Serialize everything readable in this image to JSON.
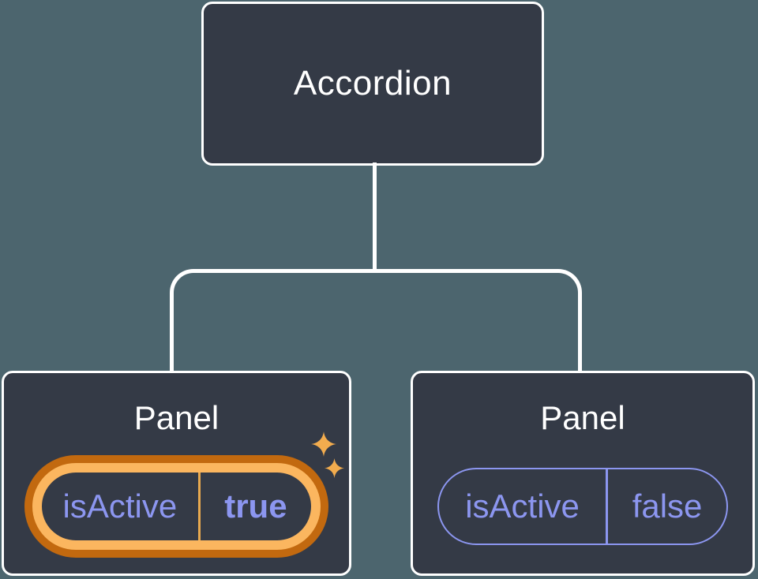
{
  "colors": {
    "background": "#4C656E",
    "node_fill": "#343A46",
    "node_border": "#FFFFFF",
    "purple": "#8C96F0",
    "ring_outer_orange": "#C2690F",
    "ring_inner_orange": "#FBB65F",
    "active_divider_orange": "#E8A94F",
    "sparkle_amber": "#F2AC4E"
  },
  "diagram": {
    "root": {
      "label": "Accordion"
    },
    "panels": [
      {
        "label": "Panel",
        "prop_name": "isActive",
        "prop_value": "true",
        "state": "active",
        "highlighted": true
      },
      {
        "label": "Panel",
        "prop_name": "isActive",
        "prop_value": "false",
        "state": "inactive",
        "highlighted": false
      }
    ]
  }
}
